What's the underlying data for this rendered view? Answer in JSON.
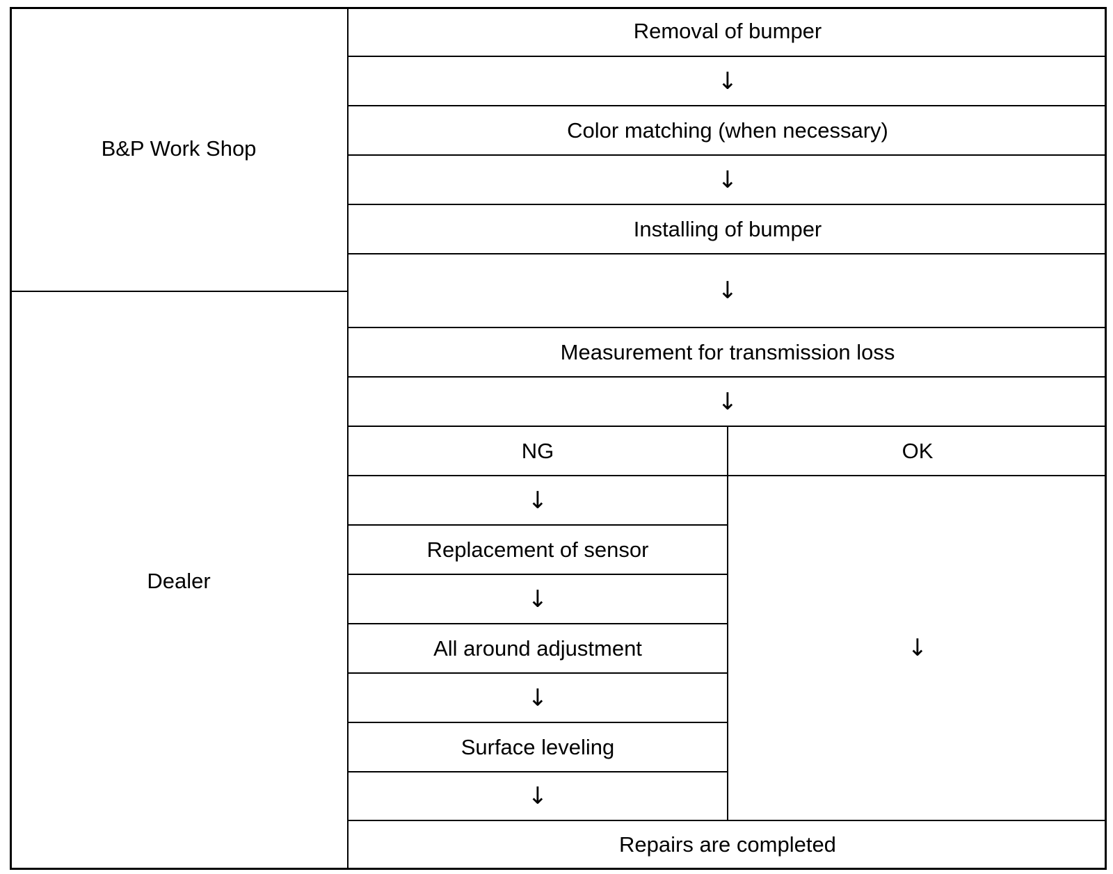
{
  "lanes": {
    "bp_work_shop": "B&P Work Shop",
    "dealer": "Dealer"
  },
  "steps": {
    "removal": "Removal of bumper",
    "color_matching": "Color matching (when necessary)",
    "installing": "Installing of bumper",
    "measurement": "Measurement for transmission loss",
    "ng": "NG",
    "ok": "OK",
    "replacement": "Replacement of sensor",
    "adjustment": "All around adjustment",
    "leveling": "Surface leveling",
    "completed": "Repairs are completed"
  },
  "arrow_glyph": "↓"
}
